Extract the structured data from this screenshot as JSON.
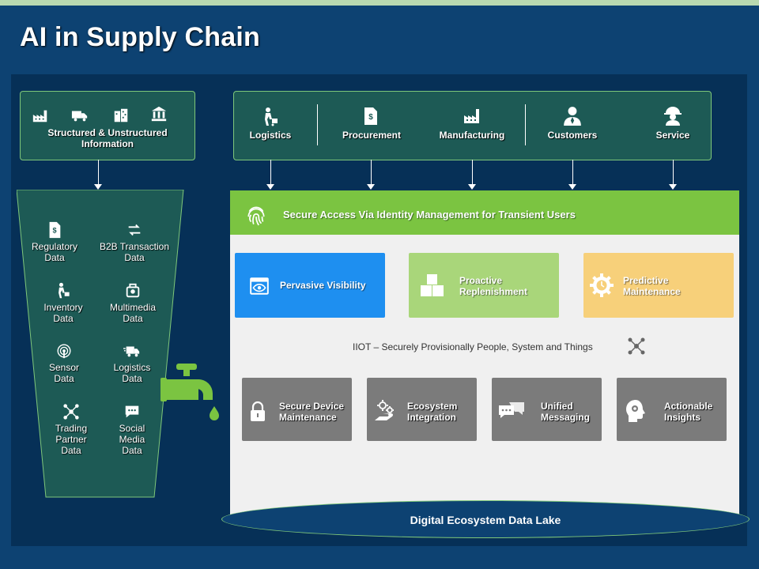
{
  "title": "AI in Supply Chain",
  "source_box": {
    "label": "Structured & Unstructured Information",
    "icons": [
      "factory-icon",
      "truck-icon",
      "buildings-icon",
      "bank-icon"
    ]
  },
  "stakeholders": [
    {
      "label": "Logistics",
      "icon": "delivery-worker-icon"
    },
    {
      "label": "Procurement",
      "icon": "document-dollar-icon"
    },
    {
      "label": "Manufacturing",
      "icon": "factory-icon"
    },
    {
      "label": "Customers",
      "icon": "person-icon"
    },
    {
      "label": "Service",
      "icon": "worker-helmet-icon"
    }
  ],
  "funnel_items": [
    {
      "label": "Regulatory\nData",
      "icon": "document-dollar-icon"
    },
    {
      "label": "B2B Transaction\nData",
      "icon": "exchange-arrows-icon"
    },
    {
      "label": "Inventory\nData",
      "icon": "delivery-worker-icon"
    },
    {
      "label": "Multimedia\nData",
      "icon": "camera-icon"
    },
    {
      "label": "Sensor\nData",
      "icon": "signal-icon"
    },
    {
      "label": "Logistics\nData",
      "icon": "truck-icon"
    },
    {
      "label": "Trading\nPartner\nData",
      "icon": "network-icon"
    },
    {
      "label": "Social\nMedia\nData",
      "icon": "chat-bubble-icon"
    }
  ],
  "header": {
    "label": "Secure Access Via Identity Management for Transient Users",
    "icon": "fingerprint-icon"
  },
  "feature_cards": [
    {
      "label": "Pervasive Visibility",
      "icon": "eye-screen-icon",
      "color": "#1e8ff0"
    },
    {
      "label": "Proactive\nReplenishment",
      "icon": "boxes-icon",
      "color": "#a9d67a"
    },
    {
      "label": "Predictive\nMaintenance",
      "icon": "gear-clock-icon",
      "color": "#f7d07a"
    }
  ],
  "iiot_text": "IIOT – Securely Provisionally People, System and Things",
  "capabilities": [
    {
      "label": "Secure Device\nMaintenance",
      "icon": "lock-icon"
    },
    {
      "label": "Ecosystem\nIntegration",
      "icon": "gears-hand-icon"
    },
    {
      "label": "Unified\nMessaging",
      "icon": "chat-bubbles-icon"
    },
    {
      "label": "Actionable\nInsights",
      "icon": "head-gear-icon"
    }
  ],
  "data_lake": "Digital Ecosystem Data Lake",
  "colors": {
    "background": "#0d4272",
    "panel": "#063057",
    "box": "#1d5a55",
    "accent_green": "#7bc441"
  }
}
